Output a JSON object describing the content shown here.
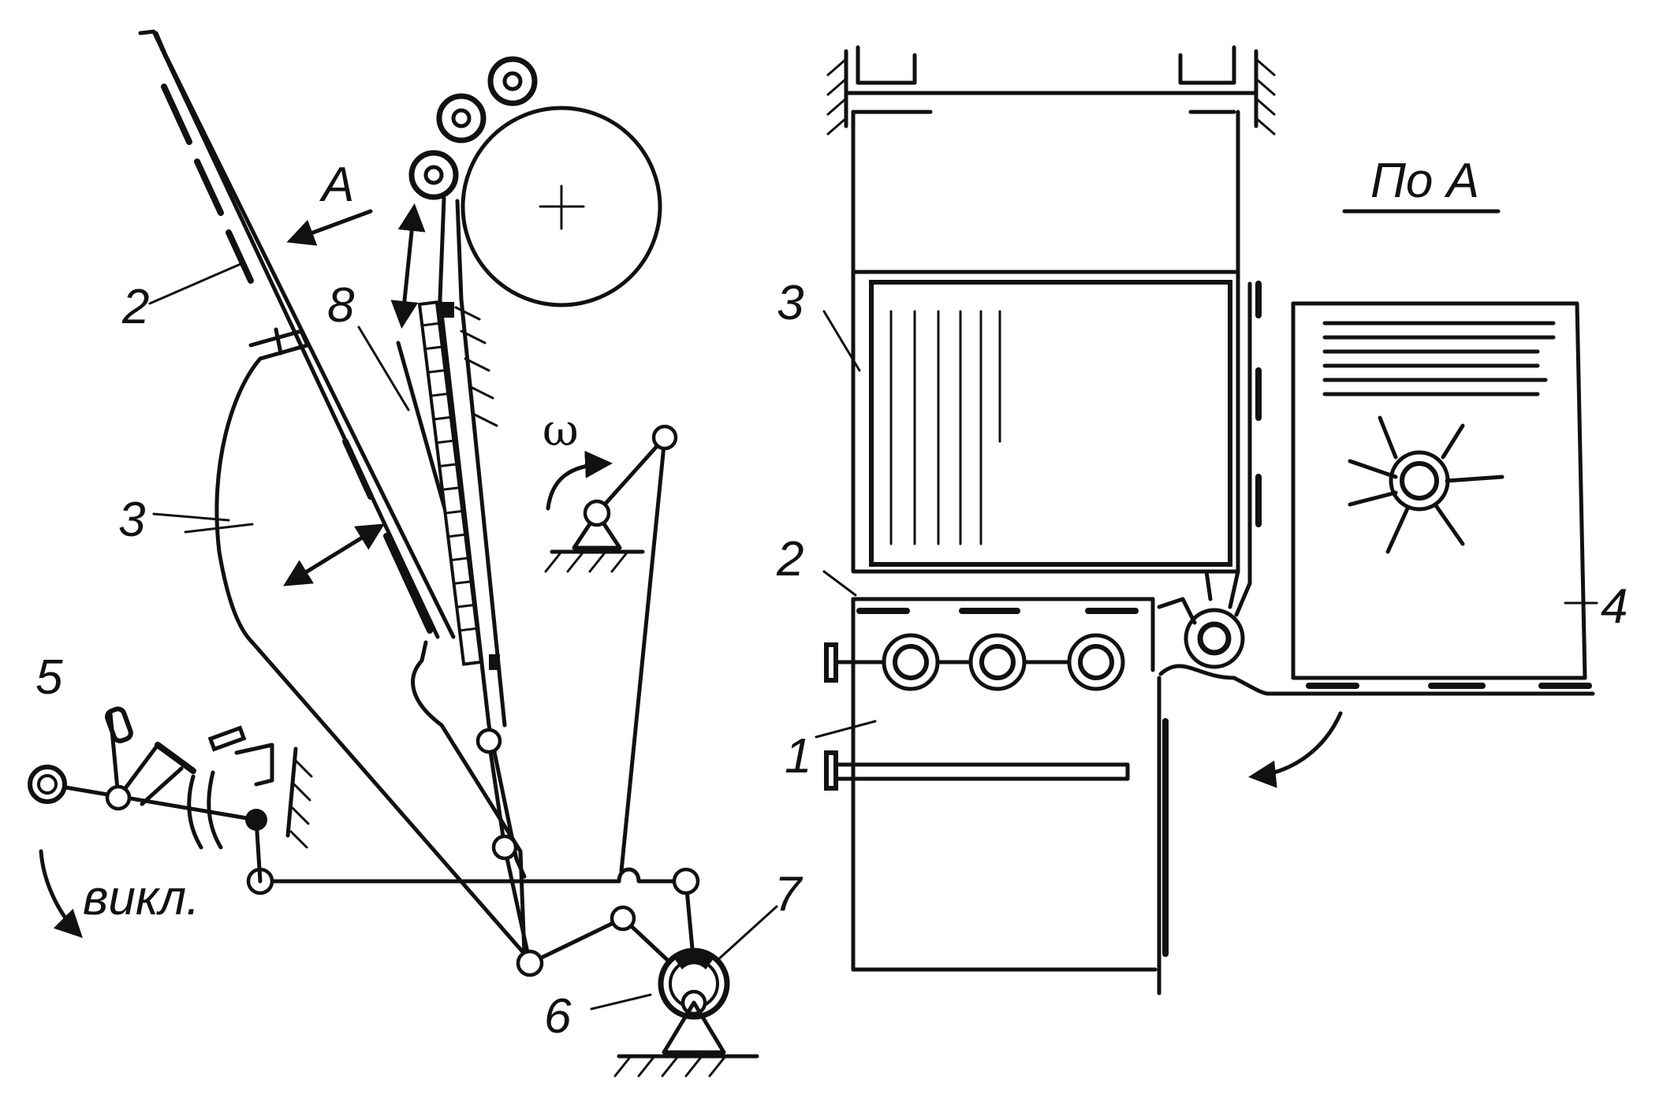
{
  "labels": {
    "view_arrow": "А",
    "view_title": "По А",
    "omega": "ω",
    "off": "викл.",
    "n1": "1",
    "n2": "2",
    "n3": "3",
    "n4": "4",
    "n5": "5",
    "n6": "6",
    "n7": "7",
    "n8": "8"
  }
}
